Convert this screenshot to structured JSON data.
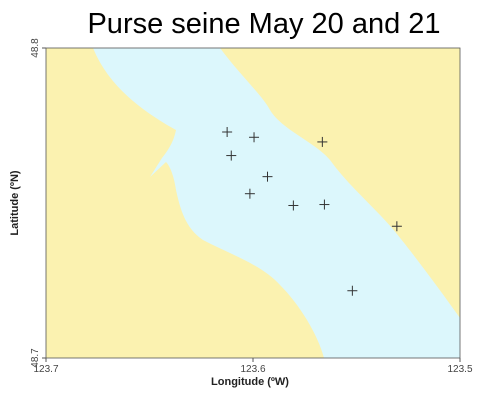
{
  "title": "Purse seine May 20 and 21",
  "map": {
    "xlabel": "Longitude (ºW)",
    "ylabel": "Latitude (ºN)",
    "xlim": [
      123.7,
      123.5
    ],
    "ylim": [
      48.7,
      48.8
    ],
    "x_ticks": [
      {
        "value": 123.7,
        "label": "123.7"
      },
      {
        "value": 123.6,
        "label": "123.6"
      },
      {
        "value": 123.5,
        "label": "123.5"
      }
    ],
    "y_ticks": [
      {
        "value": 48.8,
        "label": "48.8"
      },
      {
        "value": 48.7,
        "label": "48.7"
      }
    ],
    "colors": {
      "land": "#fbf2b0",
      "water": "#dcf7fc",
      "frame": "#555555",
      "marker": "#333333"
    },
    "marker_symbol": "plus",
    "sample_sites": [
      {
        "lon": 123.6125,
        "lat": 48.7729
      },
      {
        "lon": 123.5995,
        "lat": 48.7712
      },
      {
        "lon": 123.5665,
        "lat": 48.7697
      },
      {
        "lon": 123.6105,
        "lat": 48.7653
      },
      {
        "lon": 123.593,
        "lat": 48.7585
      },
      {
        "lon": 123.6015,
        "lat": 48.753
      },
      {
        "lon": 123.5805,
        "lat": 48.7492
      },
      {
        "lon": 123.5655,
        "lat": 48.7495
      },
      {
        "lon": 123.5305,
        "lat": 48.7425
      },
      {
        "lon": 123.552,
        "lat": 48.7217
      }
    ]
  }
}
